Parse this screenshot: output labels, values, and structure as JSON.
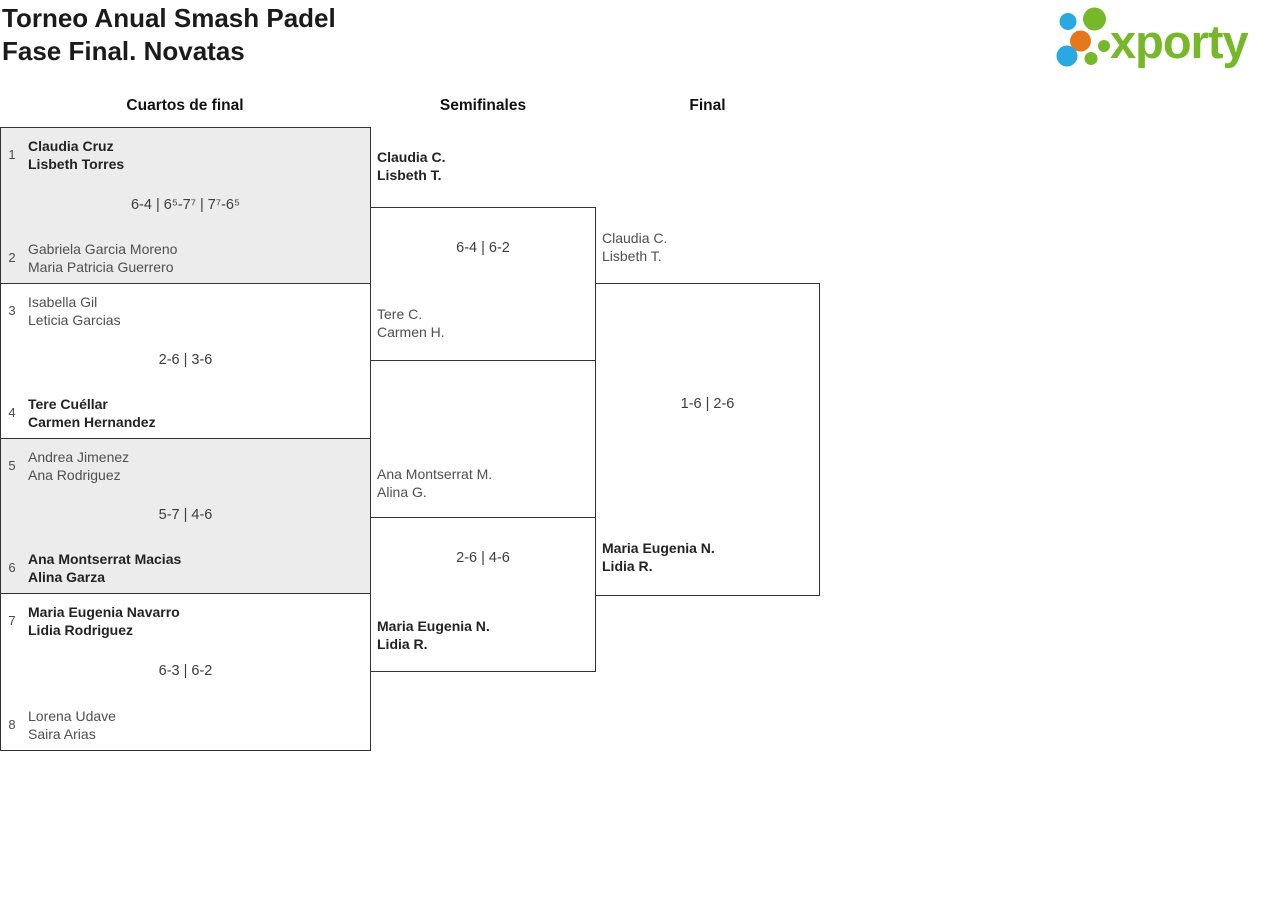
{
  "page": {
    "title_line1": "Torneo Anual Smash Padel",
    "title_line2": "Fase Final. Novatas"
  },
  "logo": {
    "text": "xporty",
    "colors": {
      "green": "#76b82a",
      "blue": "#29a9e1",
      "orange": "#e5761a"
    }
  },
  "columns": [
    {
      "label": "Cuartos de final"
    },
    {
      "label": "Semifinales"
    },
    {
      "label": "Final"
    }
  ],
  "bracket": {
    "quarterfinals": [
      {
        "top": {
          "seed": "1",
          "players": [
            "Claudia Cruz",
            "Lisbeth Torres"
          ],
          "winner": true
        },
        "bottom": {
          "seed": "2",
          "players": [
            "Gabriela Garcia Moreno",
            "Maria Patricia Guerrero"
          ],
          "winner": false
        },
        "score": "6-4 | 6⁵-7⁷ | 7⁷-6⁵"
      },
      {
        "top": {
          "seed": "3",
          "players": [
            "Isabella Gil",
            "Leticia Garcias"
          ],
          "winner": false
        },
        "bottom": {
          "seed": "4",
          "players": [
            "Tere Cuéllar",
            "Carmen Hernandez"
          ],
          "winner": true
        },
        "score": "2-6 | 3-6"
      },
      {
        "top": {
          "seed": "5",
          "players": [
            "Andrea Jimenez",
            "Ana Rodriguez"
          ],
          "winner": false
        },
        "bottom": {
          "seed": "6",
          "players": [
            "Ana Montserrat Macias",
            "Alina Garza"
          ],
          "winner": true
        },
        "score": "5-7 | 4-6"
      },
      {
        "top": {
          "seed": "7",
          "players": [
            "Maria Eugenia Navarro",
            "Lidia Rodriguez"
          ],
          "winner": true
        },
        "bottom": {
          "seed": "8",
          "players": [
            "Lorena Udave",
            "Saira Arias"
          ],
          "winner": false
        },
        "score": "6-3 | 6-2"
      }
    ],
    "semifinals": [
      {
        "top": {
          "players": [
            "Claudia C.",
            "Lisbeth T."
          ],
          "winner": true
        },
        "bottom": {
          "players": [
            "Tere C.",
            "Carmen H."
          ],
          "winner": false
        },
        "score": "6-4 | 6-2"
      },
      {
        "top": {
          "players": [
            "Ana Montserrat M.",
            "Alina G."
          ],
          "winner": false
        },
        "bottom": {
          "players": [
            "Maria Eugenia N.",
            "Lidia R."
          ],
          "winner": true
        },
        "score": "2-6 | 4-6"
      }
    ],
    "final": {
      "top": {
        "players": [
          "Claudia C.",
          "Lisbeth T."
        ],
        "winner": false
      },
      "bottom": {
        "players": [
          "Maria Eugenia N.",
          "Lidia R."
        ],
        "winner": true
      },
      "score": "1-6 | 2-6"
    }
  }
}
